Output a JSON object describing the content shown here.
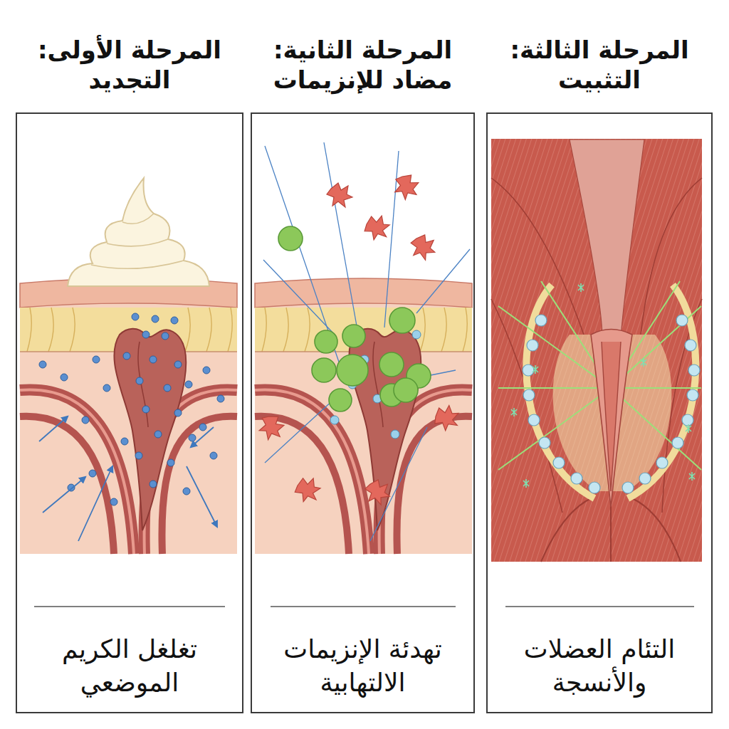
{
  "diagram": {
    "nodes": [
      {
        "text": [
          "المرحلة الأولى: التجديد",
          "تغلغل الكريم الموضعي"
        ]
      },
      {
        "text": [
          "المرحلة الثانية: مضاد للإنزيمات",
          "تهدئة الإنزيمات الالتهابية"
        ]
      },
      {
        "text": [
          "المرحلة الثالثة: التثبيت",
          "التئام العضلات والأنسجة"
        ]
      }
    ]
  }
}
